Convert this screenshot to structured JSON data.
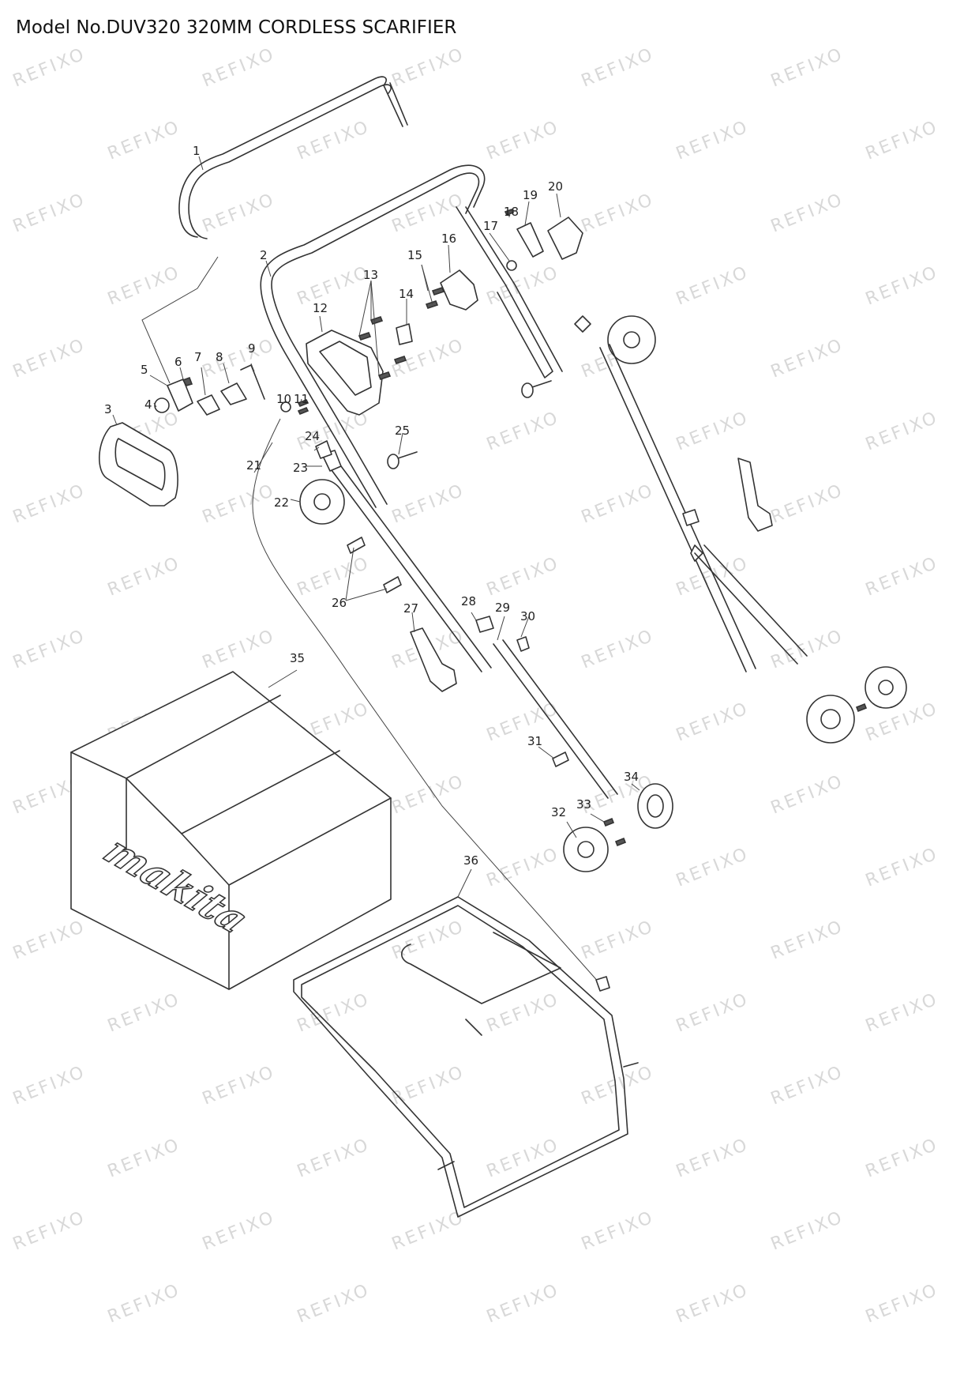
{
  "title": "Model No.DUV320 320MM CORDLESS SCARIFIER",
  "watermark": "REFIXO",
  "brand_logo": "makita",
  "part_numbers": [
    "1",
    "2",
    "3",
    "4",
    "5",
    "6",
    "7",
    "8",
    "9",
    "10",
    "11",
    "12",
    "13",
    "14",
    "15",
    "16",
    "17",
    "18",
    "19",
    "20",
    "21",
    "22",
    "23",
    "24",
    "25",
    "26",
    "27",
    "28",
    "29",
    "30",
    "31",
    "32",
    "33",
    "34",
    "35",
    "36"
  ]
}
